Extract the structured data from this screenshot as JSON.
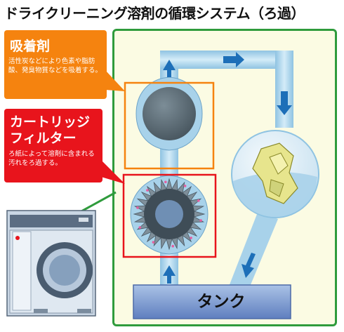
{
  "title": "ドライクリーニング溶剤の循環システム（ろ過）",
  "adsorbent": {
    "heading": "吸着剤",
    "description": "活性炭などにより色素や脂肪酸、発臭物質などを吸着する。"
  },
  "filter": {
    "heading": "カートリッジ\nフィルター",
    "description": "ろ紙によって溶剤に含まれる汚れをろ過する。"
  },
  "tank": {
    "label": "タンク"
  },
  "colors": {
    "border_green": "#2f9b3c",
    "panel_bg": "#fbfbe3",
    "pipe_blue": "#a8d2ea",
    "arrow_blue": "#1d6fb8",
    "callout_orange": "#f5830f",
    "callout_red": "#e8141c"
  }
}
